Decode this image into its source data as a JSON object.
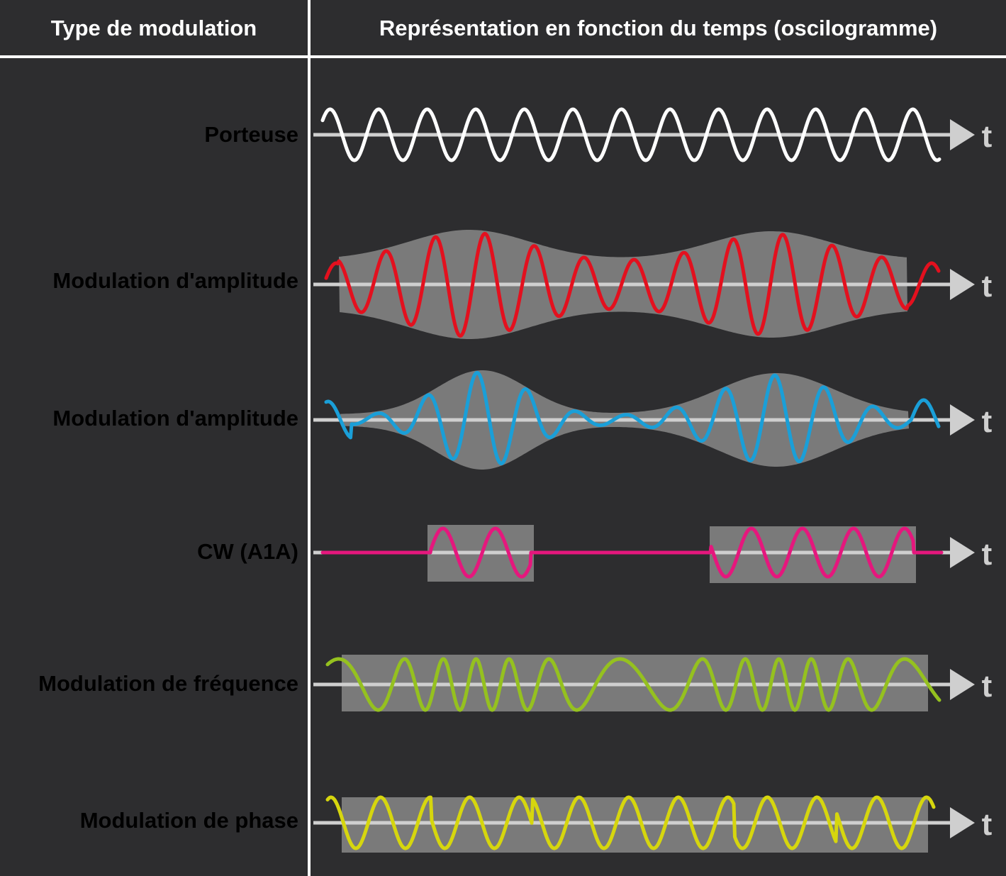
{
  "header": {
    "left": "Type de modulation",
    "right": "Représentation en fonction du temps (oscilogramme)"
  },
  "axis_label": "t",
  "colors": {
    "background": "#2d2d2f",
    "divider": "#ffffff",
    "axis": "#cfcfcf",
    "envelope": "#7a7a7a"
  },
  "rows": [
    {
      "label": "Porteuse",
      "color": "#ffffff",
      "kind": "carrier"
    },
    {
      "label": "Modulation d'amplitude",
      "color": "#e3101e",
      "kind": "am"
    },
    {
      "label": "Modulation d'amplitude",
      "color": "#1a9fd8",
      "kind": "am-deep"
    },
    {
      "label": "CW (A1A)",
      "color": "#e5177d",
      "kind": "cw"
    },
    {
      "label": "Modulation de fréquence",
      "color": "#95c11f",
      "kind": "fm"
    },
    {
      "label": "Modulation de phase",
      "color": "#d6d60e",
      "kind": "pm"
    }
  ]
}
